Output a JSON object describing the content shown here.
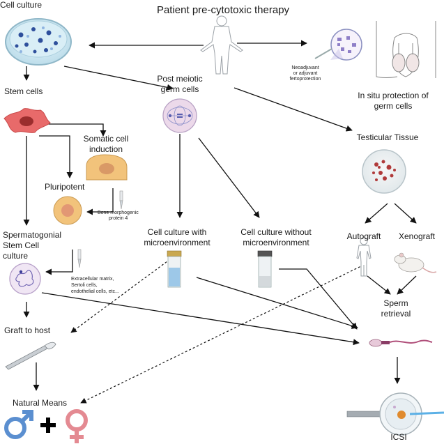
{
  "title": "Patient pre-cytotoxic therapy",
  "labels": {
    "cell_culture": "Cell culture",
    "stem_cells": "Stem cells",
    "post_meiotic_1": "Post meiotic",
    "post_meiotic_2": "germ cells",
    "somatic_1": "Somatic cell",
    "somatic_2": "induction",
    "pluripotent": "Pluripotent",
    "bmp_1": "Bone morphogenic",
    "bmp_2": "protein 4",
    "ssc_1": "Spermatogonial",
    "ssc_2": "Stem Cell",
    "ssc_3": "culture",
    "ecm_1": "Extracellular matrix,",
    "ecm_2": "Sertoli cells,",
    "ecm_3": "endothelial cells, etc...",
    "graft_to_host": "Graft to host",
    "natural_means": "Natural Means",
    "cc_with_1": "Cell culture with",
    "cc_with_2": "microenvironment",
    "cc_without_1": "Cell culture without",
    "cc_without_2": "microenvironment",
    "neo_1": "Neoadjuvant",
    "neo_2": "or adjuvant",
    "neo_3": "fertoprotection",
    "insitu_1": "In situ protection of",
    "insitu_2": "germ cells",
    "testicular": "Testicular Tissue",
    "autograft": "Autograft",
    "xenograft": "Xenograft",
    "sperm_1": "Sperm",
    "sperm_2": "retrieval",
    "icsi": "ICSI"
  },
  "colors": {
    "male_symbol": "#5b8fd0",
    "female_symbol": "#e48a92",
    "stem_cell": "#e86a6a",
    "somatic_cell": "#f2c37b",
    "cell_dish_dot": "#2e4f9c",
    "germ_cell": "#d9b3cf",
    "tissue_dot": "#b03a3a"
  },
  "icons": [
    "petri-dish-icon",
    "human-figure-icon",
    "testis-anatomy-icon",
    "stem-cell-icon",
    "somatic-cell-icon",
    "pluripotent-cell-icon",
    "pipette-icon",
    "germ-cell-icon",
    "ssc-colony-icon",
    "culture-vial-icon",
    "scalpel-icon",
    "male-symbol-icon",
    "plus-icon",
    "female-symbol-icon",
    "tissue-dish-icon",
    "mouse-icon",
    "sperm-icon",
    "oocyte-icsi-icon"
  ]
}
